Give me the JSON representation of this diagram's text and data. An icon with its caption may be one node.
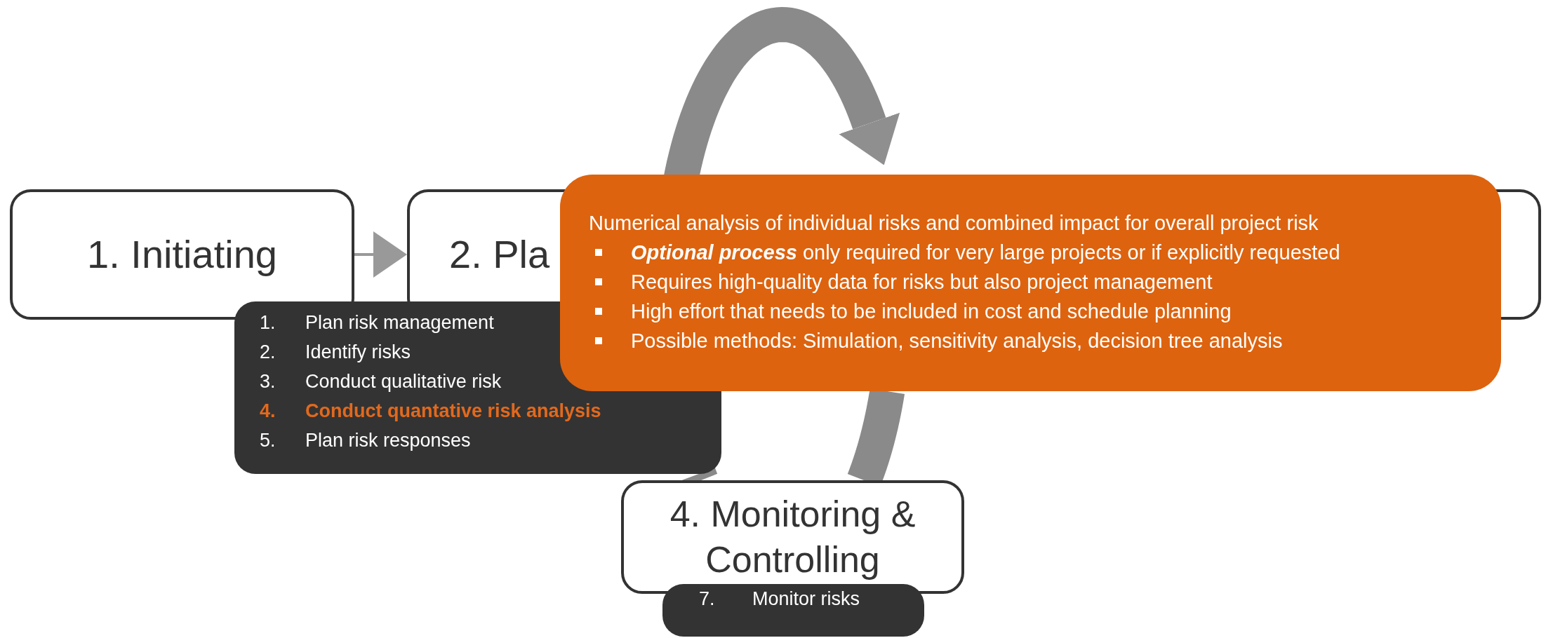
{
  "diagram": {
    "nodes": [
      {
        "text": [
          "1. Initiating"
        ]
      },
      {
        "text": [
          "2. Pla"
        ]
      },
      {
        "text": [],
        "shape": "box"
      },
      {
        "text": [
          "4. Monitoring & Controlling"
        ]
      },
      {
        "text": [
          "1.",
          "Plan risk management",
          "2.",
          "Identify risks",
          "3.",
          "Conduct qualitative risk",
          "4.",
          "Conduct quantative risk analysis",
          "5.",
          "Plan risk responses"
        ]
      },
      {
        "text": [
          "7.",
          "Monitor risks"
        ]
      },
      {
        "text": [
          "Numerical analysis of individual risks and combined impact for overall project risk",
          "**Optional process** only required for very large projects or if explicitly requested",
          "Requires high-quality data for risks but also project management",
          "High effort that needs to be included in cost and schedule planning",
          "Possible methods: Simulation, sensitivity analysis, decision tree analysis"
        ]
      }
    ],
    "edges": [
      {
        "from": 0,
        "to": 1,
        "arrow": "to"
      },
      {
        "from": 1,
        "to": 6,
        "arrow": "to"
      },
      {
        "from": 6,
        "to": 3,
        "arrow": "none"
      },
      {
        "from": 3,
        "to": 4,
        "arrow": "none"
      }
    ]
  }
}
